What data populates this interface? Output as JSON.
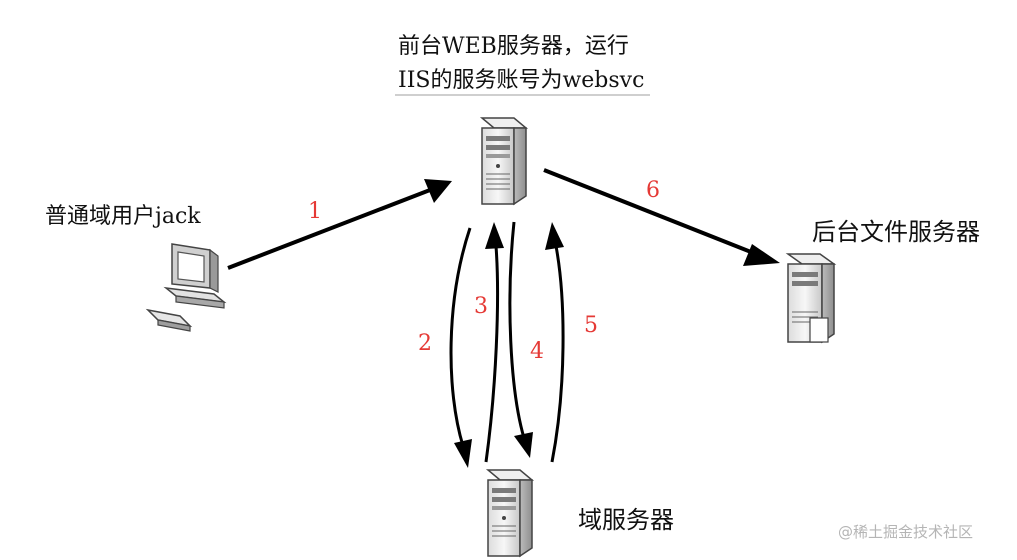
{
  "web_server": {
    "line1": "前台WEB服务器，运行",
    "line2": "IIS的服务账号为websvc"
  },
  "user": {
    "label": "普通域用户jack"
  },
  "file_server": {
    "label": "后台文件服务器"
  },
  "domain_controller": {
    "label": "域服务器"
  },
  "steps": [
    "1",
    "2",
    "3",
    "4",
    "5",
    "6"
  ],
  "watermark": "@稀土掘金技术社区",
  "colors": {
    "step_number": "#e53935",
    "arrow": "#000000"
  }
}
